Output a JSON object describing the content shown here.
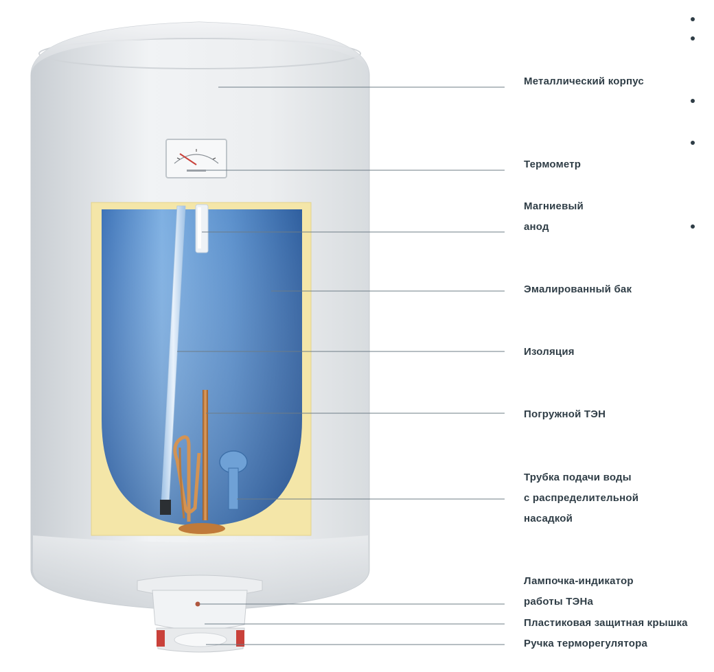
{
  "labels": {
    "body": "Металлический корпус",
    "thermometer": "Термометр",
    "anode_line1": "Магниевый",
    "anode_line2": "анод",
    "tank": "Эмалированный бак",
    "insulation": "Изоляция",
    "heater": "Погружной ТЭН",
    "pipe_line1": "Трубка подачи воды",
    "pipe_line2": "с распределительной",
    "pipe_line3": "насадкой",
    "lamp_line1": "Лампочка-индикатор",
    "lamp_line2": "работы ТЭНа",
    "cover": "Пластиковая защитная крышка",
    "knob": "Ручка терморегулятора"
  },
  "colors": {
    "leader_line": "#6d7c86",
    "label_text": "#2f3d46",
    "water": "#5f93cf",
    "insulation": "#f4e6a8",
    "casing": "#e9ecef",
    "heater_copper": "#c07a3a",
    "knob_red": "#c9413a"
  }
}
